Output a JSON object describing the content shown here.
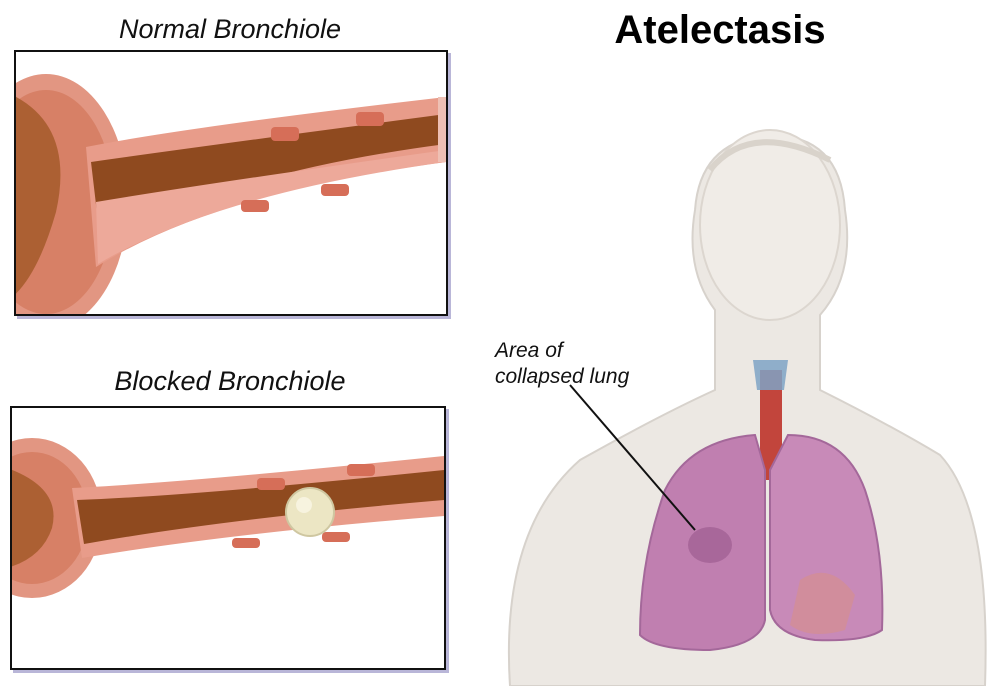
{
  "title": "Atelectasis",
  "panels": {
    "normal": {
      "caption": "Normal Bronchiole"
    },
    "blocked": {
      "caption": "Blocked Bronchiole"
    }
  },
  "annotation": {
    "line1": "Area of",
    "line2": "collapsed lung"
  },
  "colors": {
    "airway_wall": "#e9978a",
    "airway_lumen": "#8e4a1e",
    "cartilage": "#d9705a",
    "mucus_plug": "#ece6c4",
    "lung": "#c07fb0",
    "trachea": "#c2453c",
    "body": "#ebe6e0"
  }
}
